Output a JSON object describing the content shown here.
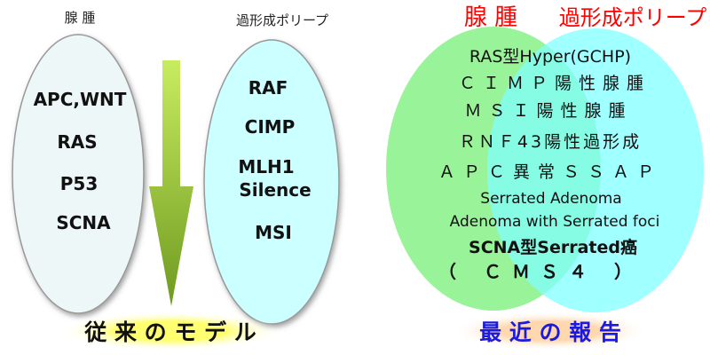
{
  "old_model": {
    "adenoma_title": "腺 腫",
    "hyperplastic_title": "過形成ポリープ",
    "adenoma_items": [
      "APC,WNT",
      "RAS",
      "P53",
      "SCNA"
    ],
    "hyperplastic_items": [
      "RAF",
      "CIMP",
      "MLH1",
      "Silence",
      "MSI"
    ],
    "caption": "従 来 の モ デ ル"
  },
  "recent": {
    "adenoma_title": "腺 腫",
    "hyperplastic_title": "過形成ポリープ",
    "items": [
      "RAS型Hyper(GCHP)",
      "ＣＩＭＰ陽性腺腫",
      "ＭＳＩ陽性腺腫",
      "ＲＮＦ43陽性過形成",
      "ＡＰＣ異常ＳＳＡＰ",
      "Serrated Adenoma",
      "Adenoma with Serrated foci",
      "SCNA型Serrated癌",
      "（ ＣＭＳ４ ）"
    ],
    "caption": "最 近 の 報 告"
  },
  "colors": {
    "adenoma_fill": "#eef7f7",
    "hyper_fill": "#ccffff",
    "venn_green": "#80f080",
    "venn_cyan": "#80ffff",
    "red_title": "#ff0000",
    "blue_caption": "#1a1ae0",
    "arrow": "#8fbf30"
  }
}
